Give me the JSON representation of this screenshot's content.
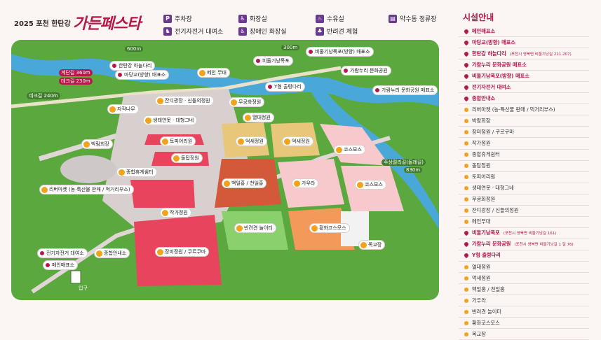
{
  "header": {
    "year_title": "2025 포천 한탄강",
    "logo_text": "가든페스타"
  },
  "legend": [
    {
      "icon": "parking-icon",
      "glyph": "P",
      "label": "주차장"
    },
    {
      "icon": "restroom-icon",
      "glyph": "♿",
      "label": "화장실"
    },
    {
      "icon": "water-icon",
      "glyph": "♨",
      "label": "수유실"
    },
    {
      "icon": "bus-icon",
      "glyph": "▤",
      "label": "약수동 정류장"
    },
    {
      "icon": "bicycle-icon",
      "glyph": "♞",
      "label": "전기자전거 대여소"
    },
    {
      "icon": "accessible-restroom-icon",
      "glyph": "♿",
      "label": "장애인 화장실"
    },
    {
      "icon": "pet-icon",
      "glyph": "♣",
      "label": "반려견 체험"
    }
  ],
  "map": {
    "distances": [
      {
        "text": "600m",
        "red": false
      },
      {
        "text": "300m",
        "red": false
      },
      {
        "text": "계단길 360m",
        "red": true
      },
      {
        "text": "데크길 230m",
        "red": true
      },
      {
        "text": "데크길 240m",
        "red": false
      },
      {
        "text": "주상절리길(둘레길)",
        "red": false
      },
      {
        "text": "830m",
        "red": false
      }
    ],
    "labels": [
      {
        "text": "한탄강 하늘다리",
        "kind": "pin"
      },
      {
        "text": "비둘기낭폭포(방향) 매표소",
        "kind": "pin"
      },
      {
        "text": "비둘기낭폭포",
        "kind": "pin"
      },
      {
        "text": "가람누리 문화공원",
        "kind": "pin"
      },
      {
        "text": "가람누리 문화공원 매표소",
        "kind": "pin"
      },
      {
        "text": "마당교(방향) 매표소",
        "kind": "pin"
      },
      {
        "text": "메인 무대",
        "kind": "flower"
      },
      {
        "text": "Y형 출렁다리",
        "kind": "pin"
      },
      {
        "text": "잔디광장 · 신들의정원",
        "kind": "flower"
      },
      {
        "text": "무궁화정원",
        "kind": "flower"
      },
      {
        "text": "자작나무",
        "kind": "flower"
      },
      {
        "text": "생태연못 · 대형그네",
        "kind": "flower"
      },
      {
        "text": "열대정원",
        "kind": "flower"
      },
      {
        "text": "박람회장",
        "kind": "flower"
      },
      {
        "text": "토피어리원",
        "kind": "flower"
      },
      {
        "text": "억새정원",
        "kind": "flower"
      },
      {
        "text": "억새정원",
        "kind": "flower"
      },
      {
        "text": "코스모스",
        "kind": "flower"
      },
      {
        "text": "돌탑정원",
        "kind": "flower"
      },
      {
        "text": "종합휴게쉼터",
        "kind": "flower"
      },
      {
        "text": "백일홍 / 천일홍",
        "kind": "flower"
      },
      {
        "text": "가우라",
        "kind": "flower"
      },
      {
        "text": "코스모스",
        "kind": "flower"
      },
      {
        "text": "리버마켓 (농·특산물 판매 / 먹거리부스)",
        "kind": "flower"
      },
      {
        "text": "작가정원",
        "kind": "flower"
      },
      {
        "text": "반려견 놀이터",
        "kind": "flower"
      },
      {
        "text": "황화코스모스",
        "kind": "flower"
      },
      {
        "text": "목교장",
        "kind": "flower"
      },
      {
        "text": "종합안내소",
        "kind": "flower"
      },
      {
        "text": "장미정원 / 쿠르쿠마",
        "kind": "flower"
      },
      {
        "text": "전기자전거 대여소",
        "kind": "pin"
      },
      {
        "text": "메인매표소",
        "kind": "pin"
      }
    ],
    "entrance_label": "입구"
  },
  "panel": {
    "title": "시설안내",
    "items": [
      {
        "icon": "pin",
        "label": "메인매표소",
        "sub": "",
        "red": true
      },
      {
        "icon": "pin",
        "label": "마당교(방향) 매표소",
        "sub": "",
        "red": true
      },
      {
        "icon": "pin",
        "label": "한탄강 하늘다리",
        "sub": "(포천시 영북면 비둘기낭길 211·207)",
        "red": true
      },
      {
        "icon": "pin",
        "label": "가람누리 문화공원 매표소",
        "sub": "",
        "red": true
      },
      {
        "icon": "pin",
        "label": "비둘기낭폭포(방향) 매표소",
        "sub": "",
        "red": true
      },
      {
        "icon": "pin",
        "label": "전기자전거 대여소",
        "sub": "",
        "red": true
      },
      {
        "icon": "pin",
        "label": "종합안내소",
        "sub": "",
        "red": true
      },
      {
        "icon": "flower",
        "label": "리버마켓 (농·특산물 판매 / 먹거리부스)",
        "sub": "",
        "red": false
      },
      {
        "icon": "flower",
        "label": "박람회장",
        "sub": "",
        "red": false
      },
      {
        "icon": "flower",
        "label": "장미정원 / 쿠르쿠마",
        "sub": "",
        "red": false
      },
      {
        "icon": "flower",
        "label": "작가정원",
        "sub": "",
        "red": false
      },
      {
        "icon": "flower",
        "label": "종합휴게쉼터",
        "sub": "",
        "red": false
      },
      {
        "icon": "flower",
        "label": "돌탑정원",
        "sub": "",
        "red": false
      },
      {
        "icon": "flower",
        "label": "토피어리원",
        "sub": "",
        "red": false
      },
      {
        "icon": "flower",
        "label": "생태연못 · 대형그네",
        "sub": "",
        "red": false
      },
      {
        "icon": "flower",
        "label": "무궁화정원",
        "sub": "",
        "red": false
      },
      {
        "icon": "flower",
        "label": "잔디광장 / 신들의정원",
        "sub": "",
        "red": false
      },
      {
        "icon": "flower",
        "label": "메인무대",
        "sub": "",
        "red": false
      },
      {
        "icon": "pin",
        "label": "비둘기낭폭포",
        "sub": "(포천시 영북면 비둘기낭길 161)",
        "red": true
      },
      {
        "icon": "pin",
        "label": "가람누리 문화공원",
        "sub": "(포천시 영북면 비둘기낭길 1 일 76)",
        "red": true
      },
      {
        "icon": "pin",
        "label": "Y형 출렁다리",
        "sub": "",
        "red": true
      },
      {
        "icon": "flower",
        "label": "열대정원",
        "sub": "",
        "red": false
      },
      {
        "icon": "flower",
        "label": "억새정원",
        "sub": "",
        "red": false
      },
      {
        "icon": "flower",
        "label": "백일홍 / 천일홍",
        "sub": "",
        "red": false
      },
      {
        "icon": "flower",
        "label": "가우라",
        "sub": "",
        "red": false
      },
      {
        "icon": "flower",
        "label": "반려견 놀이터",
        "sub": "",
        "red": false
      },
      {
        "icon": "flower",
        "label": "황화코스모스",
        "sub": "",
        "red": false
      },
      {
        "icon": "flower",
        "label": "목교장",
        "sub": "",
        "red": false
      }
    ]
  }
}
